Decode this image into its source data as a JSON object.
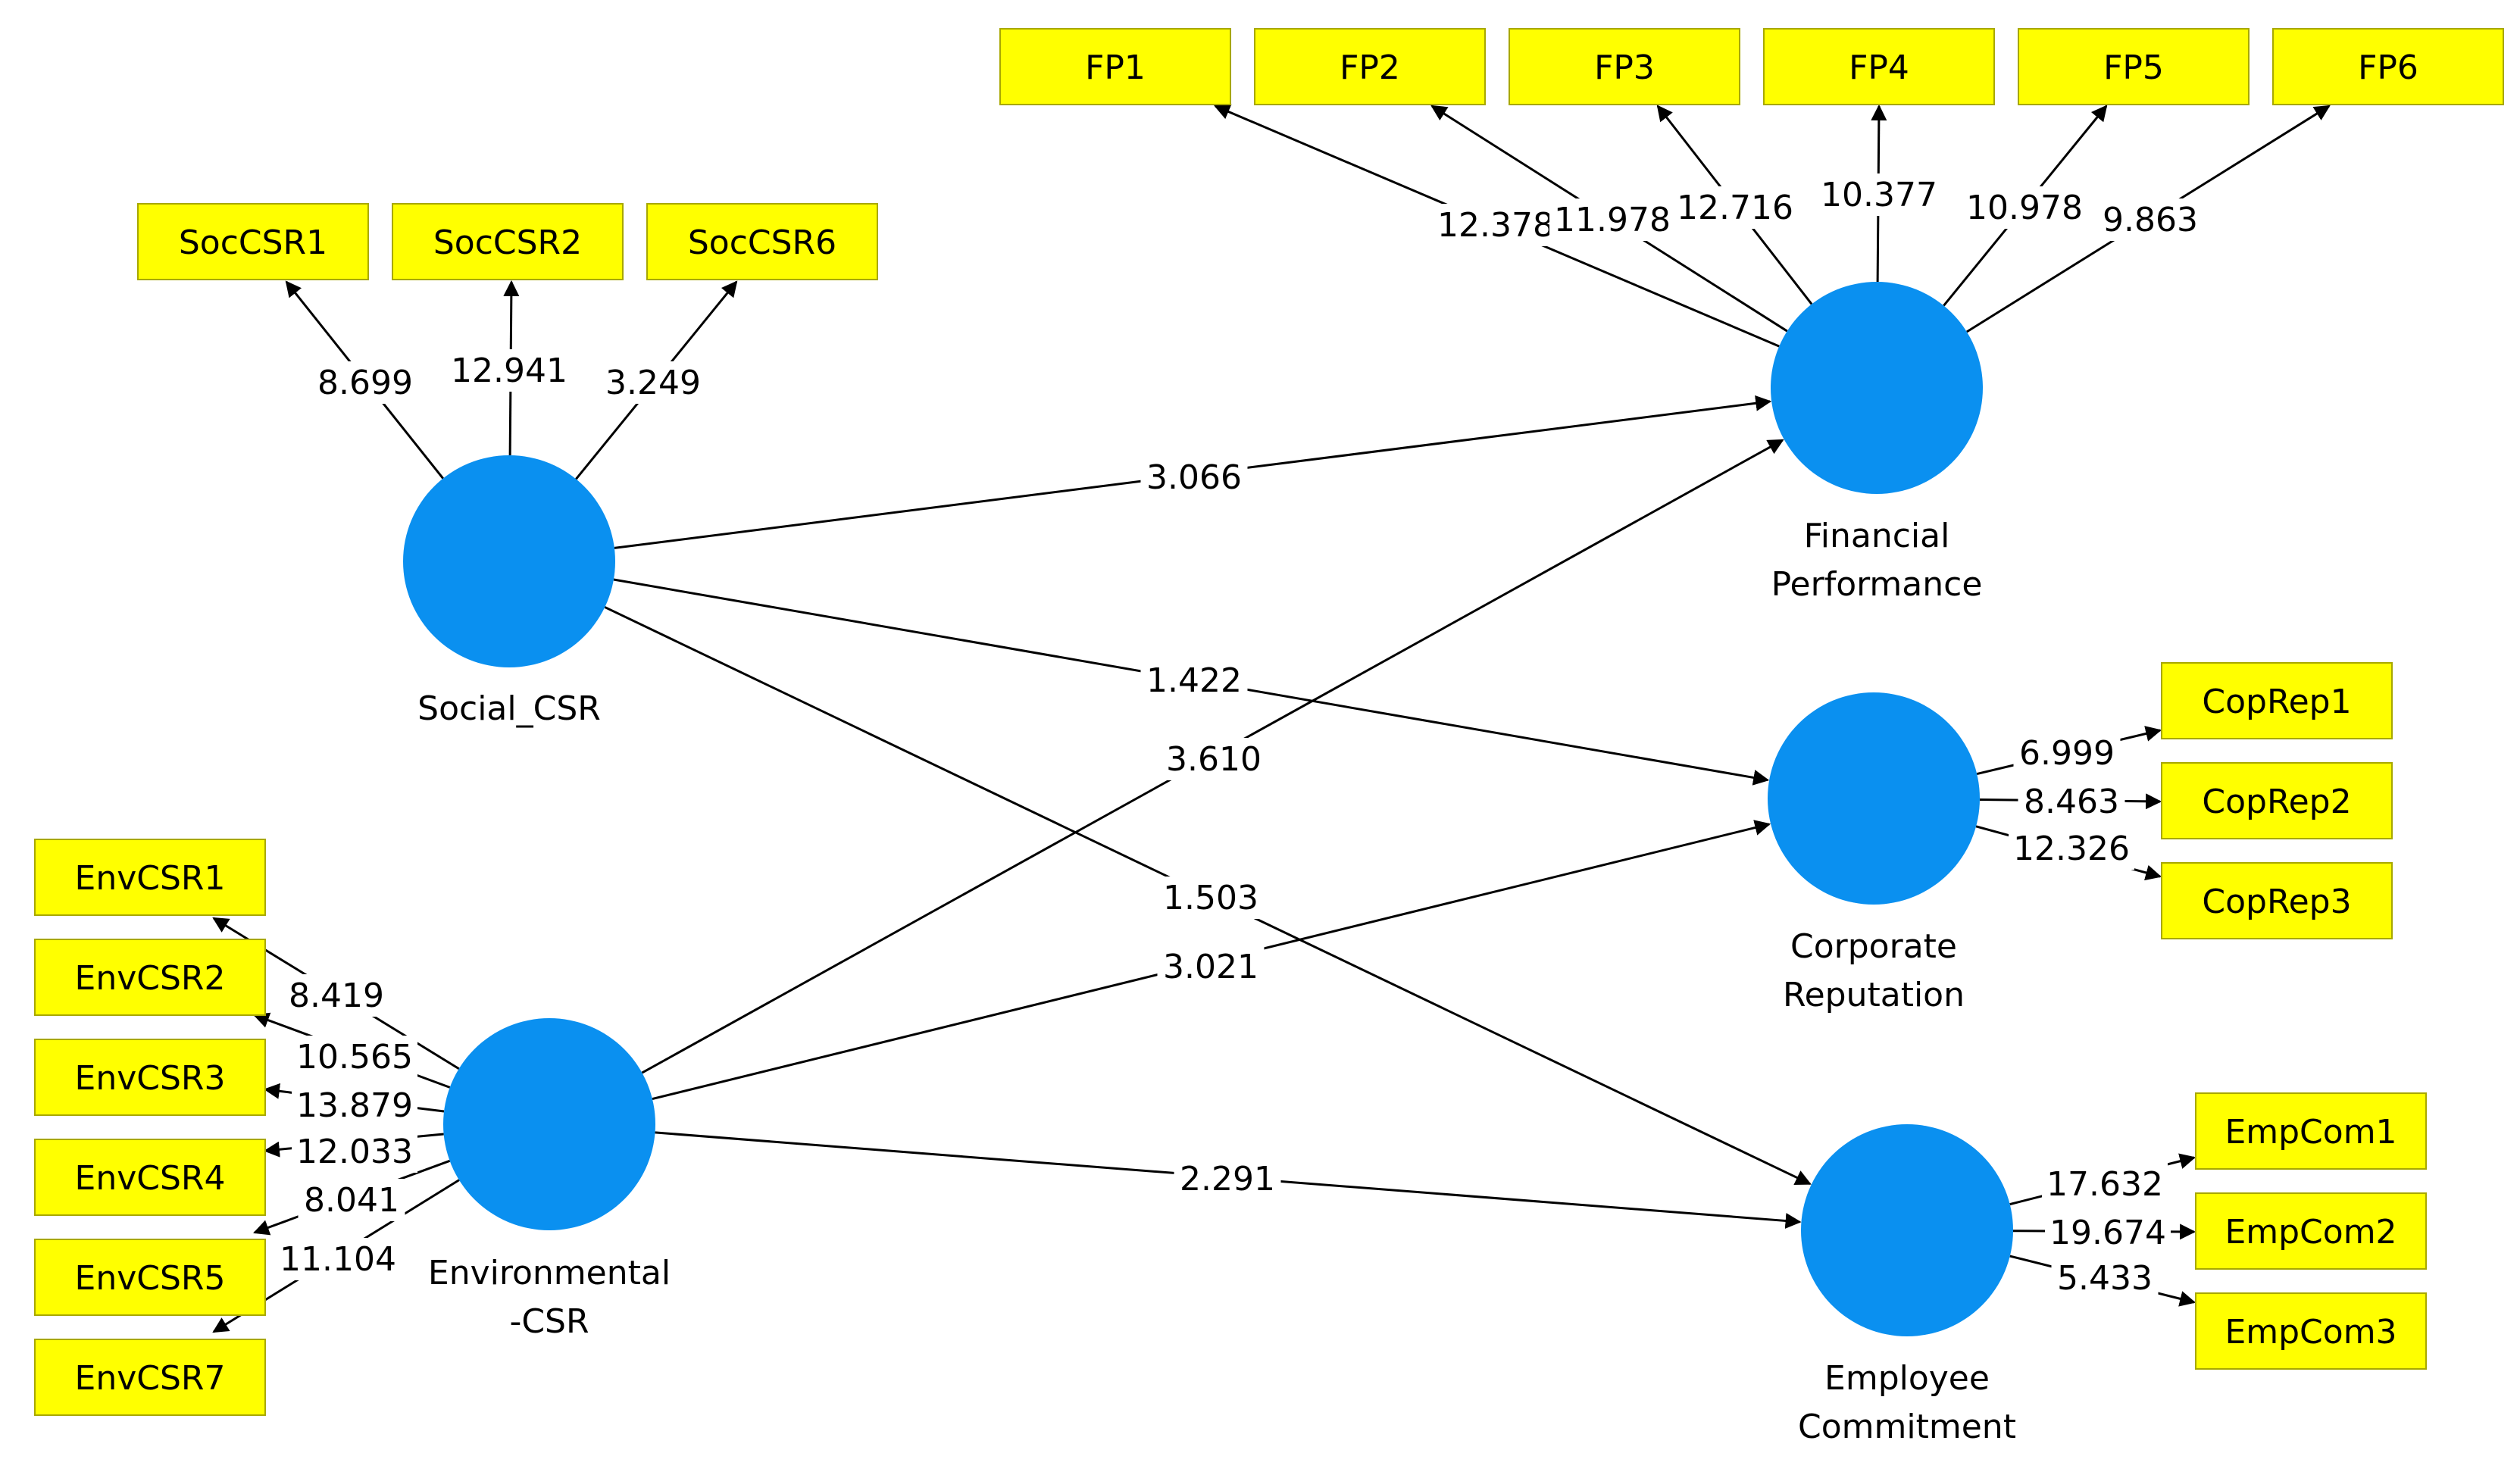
{
  "diagram": {
    "constructs": [
      {
        "id": "social",
        "label_lines": [
          "Social_CSR"
        ]
      },
      {
        "id": "env",
        "label_lines": [
          "Environmental",
          "-CSR"
        ]
      },
      {
        "id": "fin",
        "label_lines": [
          "Financial",
          "Performance"
        ]
      },
      {
        "id": "rep",
        "label_lines": [
          "Corporate",
          "Reputation"
        ]
      },
      {
        "id": "emp",
        "label_lines": [
          "Employee",
          "Commitment"
        ]
      }
    ],
    "indicators": [
      {
        "id": "SocCSR1",
        "label": "SocCSR1",
        "construct": "social",
        "coef": "8.699"
      },
      {
        "id": "SocCSR2",
        "label": "SocCSR2",
        "construct": "social",
        "coef": "12.941"
      },
      {
        "id": "SocCSR6",
        "label": "SocCSR6",
        "construct": "social",
        "coef": "3.249"
      },
      {
        "id": "FP1",
        "label": "FP1",
        "construct": "fin",
        "coef": "12.378"
      },
      {
        "id": "FP2",
        "label": "FP2",
        "construct": "fin",
        "coef": "11.978"
      },
      {
        "id": "FP3",
        "label": "FP3",
        "construct": "fin",
        "coef": "12.716"
      },
      {
        "id": "FP4",
        "label": "FP4",
        "construct": "fin",
        "coef": "10.377"
      },
      {
        "id": "FP5",
        "label": "FP5",
        "construct": "fin",
        "coef": "10.978"
      },
      {
        "id": "FP6",
        "label": "FP6",
        "construct": "fin",
        "coef": "9.863"
      },
      {
        "id": "CopRep1",
        "label": "CopRep1",
        "construct": "rep",
        "coef": "6.999"
      },
      {
        "id": "CopRep2",
        "label": "CopRep2",
        "construct": "rep",
        "coef": "8.463"
      },
      {
        "id": "CopRep3",
        "label": "CopRep3",
        "construct": "rep",
        "coef": "12.326"
      },
      {
        "id": "EmpCom1",
        "label": "EmpCom1",
        "construct": "emp",
        "coef": "17.632"
      },
      {
        "id": "EmpCom2",
        "label": "EmpCom2",
        "construct": "emp",
        "coef": "19.674"
      },
      {
        "id": "EmpCom3",
        "label": "EmpCom3",
        "construct": "emp",
        "coef": "5.433"
      },
      {
        "id": "EnvCSR1",
        "label": "EnvCSR1",
        "construct": "env",
        "coef": "8.419"
      },
      {
        "id": "EnvCSR2",
        "label": "EnvCSR2",
        "construct": "env",
        "coef": "10.565"
      },
      {
        "id": "EnvCSR3",
        "label": "EnvCSR3",
        "construct": "env",
        "coef": "13.879"
      },
      {
        "id": "EnvCSR4",
        "label": "EnvCSR4",
        "construct": "env",
        "coef": "12.033"
      },
      {
        "id": "EnvCSR5",
        "label": "EnvCSR5",
        "construct": "env",
        "coef": "8.041"
      },
      {
        "id": "EnvCSR7",
        "label": "EnvCSR7",
        "construct": "env",
        "coef": "11.104"
      }
    ],
    "paths": [
      {
        "from": "social",
        "to": "fin",
        "coef": "3.066"
      },
      {
        "from": "social",
        "to": "rep",
        "coef": "1.422"
      },
      {
        "from": "social",
        "to": "emp",
        "coef": "1.503"
      },
      {
        "from": "env",
        "to": "fin",
        "coef": "3.610"
      },
      {
        "from": "env",
        "to": "rep",
        "coef": "3.021"
      },
      {
        "from": "env",
        "to": "emp",
        "coef": "2.291"
      }
    ],
    "colors": {
      "construct_fill": "#0a90f0",
      "indicator_fill": "#ffff00",
      "indicator_border": "#a8a800",
      "line": "#000000"
    }
  }
}
